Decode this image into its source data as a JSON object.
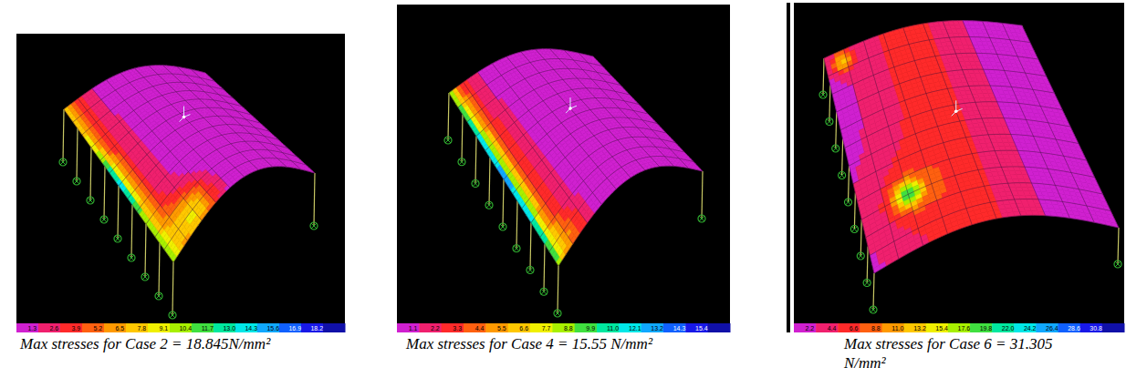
{
  "diagram": {
    "labels": [
      "1.3",
      "2.6",
      "3.9",
      "5.2",
      "6.5",
      "7.8",
      "9.1",
      "10.4",
      "11.7",
      "13.0",
      "14.3",
      "15.6",
      "16.9",
      "18.2",
      "1.1",
      "2.2",
      "3.3",
      "4.4",
      "5.5",
      "6.6",
      "7.7",
      "8.8",
      "9.9",
      "11.0",
      "12.1",
      "13.2",
      "14.3",
      "15.4",
      "2.2",
      "4.4",
      "6.6",
      "8.8",
      "11.0",
      "13.2",
      "15.4",
      "17.6",
      "19.8",
      "22.0",
      "24.2",
      "26.4",
      "28.6",
      "30.8",
      "Max stresses for Case 2 = 18.845N/mm²",
      "Max stresses for Case 4 = 15.55 N/mm²",
      "Max stresses for Case 6 = 31.305 N/mm²"
    ]
  }
}
